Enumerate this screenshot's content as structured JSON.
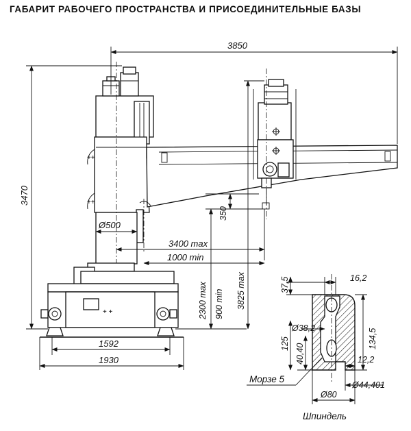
{
  "title": "ГАБАРИТ РАБОЧЕГО ПРОСТРАНСТВА И ПРИСОЕДИНИТЕЛЬНЫЕ БАЗЫ",
  "dimensions": {
    "overall_width": "3850",
    "overall_height": "3470",
    "column_diameter": "Ø500",
    "reach_max": "3400 max",
    "reach_min": "1000 min",
    "spindle_max_height": "2300 max",
    "spindle_min_height": "900 min",
    "arm_max_height": "3825 max",
    "spindle_travel": "350",
    "base_width_inner": "1592",
    "base_width_outer": "1930"
  },
  "spindle_section": {
    "dims": {
      "top": "37,5",
      "slot_width": "16,2",
      "bore_diameter": "Ø38,2",
      "total_height": "134,5",
      "taper_length": "125",
      "slot_offset": "40,40",
      "wall": "12,2",
      "outer_diameter_small": "Ø44,401",
      "outer_diameter": "Ø80"
    },
    "taper_label": "Морзе 5",
    "caption": "Шпиндель"
  }
}
